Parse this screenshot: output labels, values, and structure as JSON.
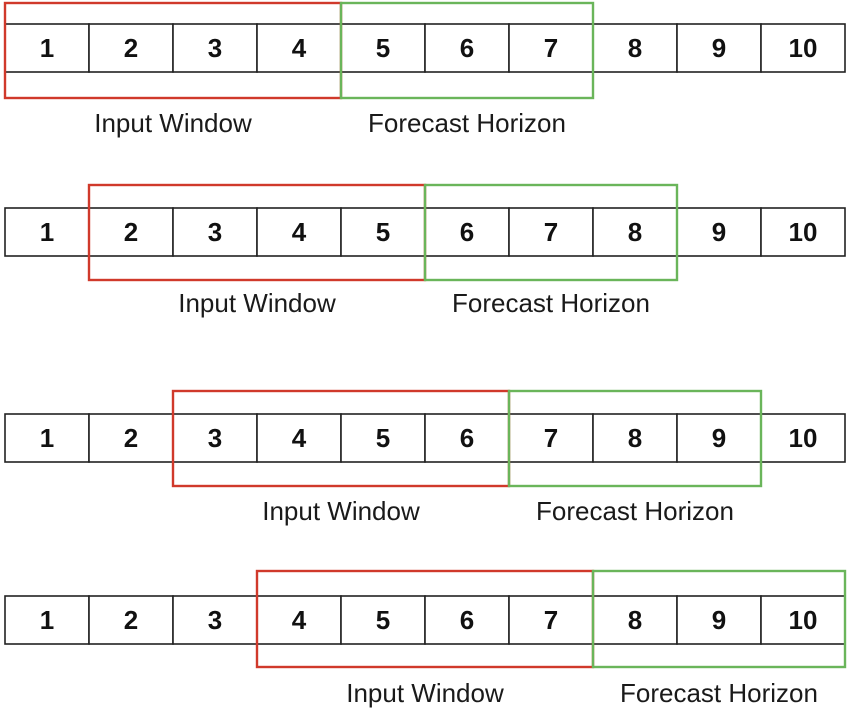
{
  "labels": {
    "input": "Input Window",
    "forecast": "Forecast Horizon"
  },
  "colors": {
    "input_box": "#d0392b",
    "forecast_box": "#6ab55a",
    "cell_border": "#222222",
    "text": "#111111"
  },
  "cells": [
    "1",
    "2",
    "3",
    "4",
    "5",
    "6",
    "7",
    "8",
    "9",
    "10"
  ],
  "windows": [
    {
      "input": [
        1,
        2,
        3,
        4
      ],
      "forecast": [
        5,
        6,
        7
      ]
    },
    {
      "input": [
        2,
        3,
        4,
        5
      ],
      "forecast": [
        6,
        7,
        8
      ]
    },
    {
      "input": [
        3,
        4,
        5,
        6
      ],
      "forecast": [
        7,
        8,
        9
      ]
    },
    {
      "input": [
        4,
        5,
        6,
        7
      ],
      "forecast": [
        8,
        9,
        10
      ]
    }
  ]
}
